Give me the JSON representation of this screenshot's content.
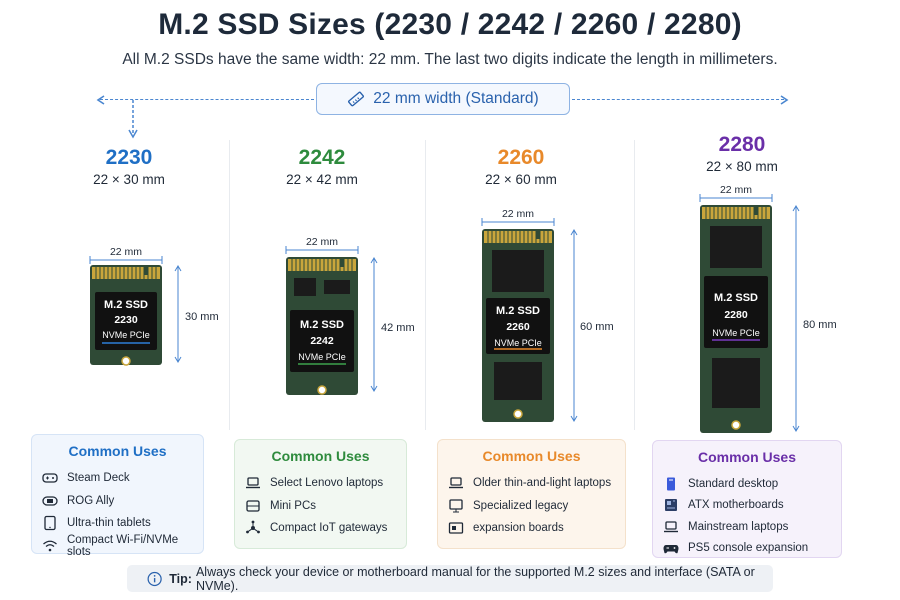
{
  "header": {
    "title": "M.2 SSD Sizes (2230 / 2242 / 2260 / 2280)",
    "subtitle": "All M.2 SSDs have the same width: 22 mm. The last two digits indicate the length in millimeters.",
    "width_badge": "22 mm width (Standard)"
  },
  "sizes": [
    {
      "code": "2230",
      "dims": "22 × 30 mm",
      "color": "#1f6fc5",
      "width_label": "22 mm",
      "length_label": "30 mm",
      "chip_lines": [
        "M.2 SSD",
        "2230",
        "NVMe PCIe"
      ],
      "underline": "#2d7fd8"
    },
    {
      "code": "2242",
      "dims": "22 × 42 mm",
      "color": "#2e8b3d",
      "width_label": "22 mm",
      "length_label": "42 mm",
      "chip_lines": [
        "M.2 SSD",
        "2242",
        "NVMe PCIe"
      ],
      "underline": "#3da34e"
    },
    {
      "code": "2260",
      "dims": "22 × 60 mm",
      "color": "#e8892a",
      "width_label": "22 mm",
      "length_label": "60 mm",
      "chip_lines": [
        "M.2 SSD",
        "2260",
        "NVMe PCIe"
      ],
      "underline": "#e8892a"
    },
    {
      "code": "2280",
      "dims": "22 × 80 mm",
      "color": "#6a2fa8",
      "width_label": "22 mm",
      "length_label": "80 mm",
      "chip_lines": [
        "M.2 SSD",
        "2280",
        "NVMe PCIe"
      ],
      "underline": "#7a3cc0"
    }
  ],
  "uses": [
    {
      "title": "Common Uses",
      "color": "#1f6fc5",
      "bg": "#f1f6fd",
      "border": "#d6e4f6",
      "items": [
        {
          "icon": "gamepad-icon",
          "label": "Steam Deck"
        },
        {
          "icon": "handheld-icon",
          "label": "ROG Ally"
        },
        {
          "icon": "tablet-icon",
          "label": "Ultra-thin tablets"
        },
        {
          "icon": "wifi-icon",
          "label": "Compact Wi-Fi/NVMe slots"
        }
      ]
    },
    {
      "title": "Common Uses",
      "color": "#2e8b3d",
      "bg": "#f2f8f2",
      "border": "#d7ead8",
      "items": [
        {
          "icon": "laptop-icon",
          "label": "Select Lenovo laptops"
        },
        {
          "icon": "mini-pc-icon",
          "label": "Mini PCs"
        },
        {
          "icon": "network-icon",
          "label": "Compact IoT gateways"
        }
      ]
    },
    {
      "title": "Common Uses",
      "color": "#e8892a",
      "bg": "#fdf5ec",
      "border": "#f4e1cb",
      "items": [
        {
          "icon": "laptop-icon",
          "label": "Older thin-and-light laptops"
        },
        {
          "icon": "monitor-icon",
          "label": "Specialized legacy"
        },
        {
          "icon": "board-icon",
          "label": "expansion boards"
        }
      ]
    },
    {
      "title": "Common Uses",
      "color": "#6a2fa8",
      "bg": "#f6f2fb",
      "border": "#e2d6f1",
      "items": [
        {
          "icon": "desktop-tower-icon",
          "label": "Standard desktop"
        },
        {
          "icon": "motherboard-icon",
          "label": "ATX motherboards"
        },
        {
          "icon": "laptop-icon",
          "label": "Mainstream laptops"
        },
        {
          "icon": "controller-icon",
          "label": "PS5 console expansion"
        }
      ]
    }
  ],
  "tip": {
    "label": "Tip:",
    "text": "Always check your device or motherboard manual for the supported M.2 sizes and interface (SATA or NVMe)."
  }
}
